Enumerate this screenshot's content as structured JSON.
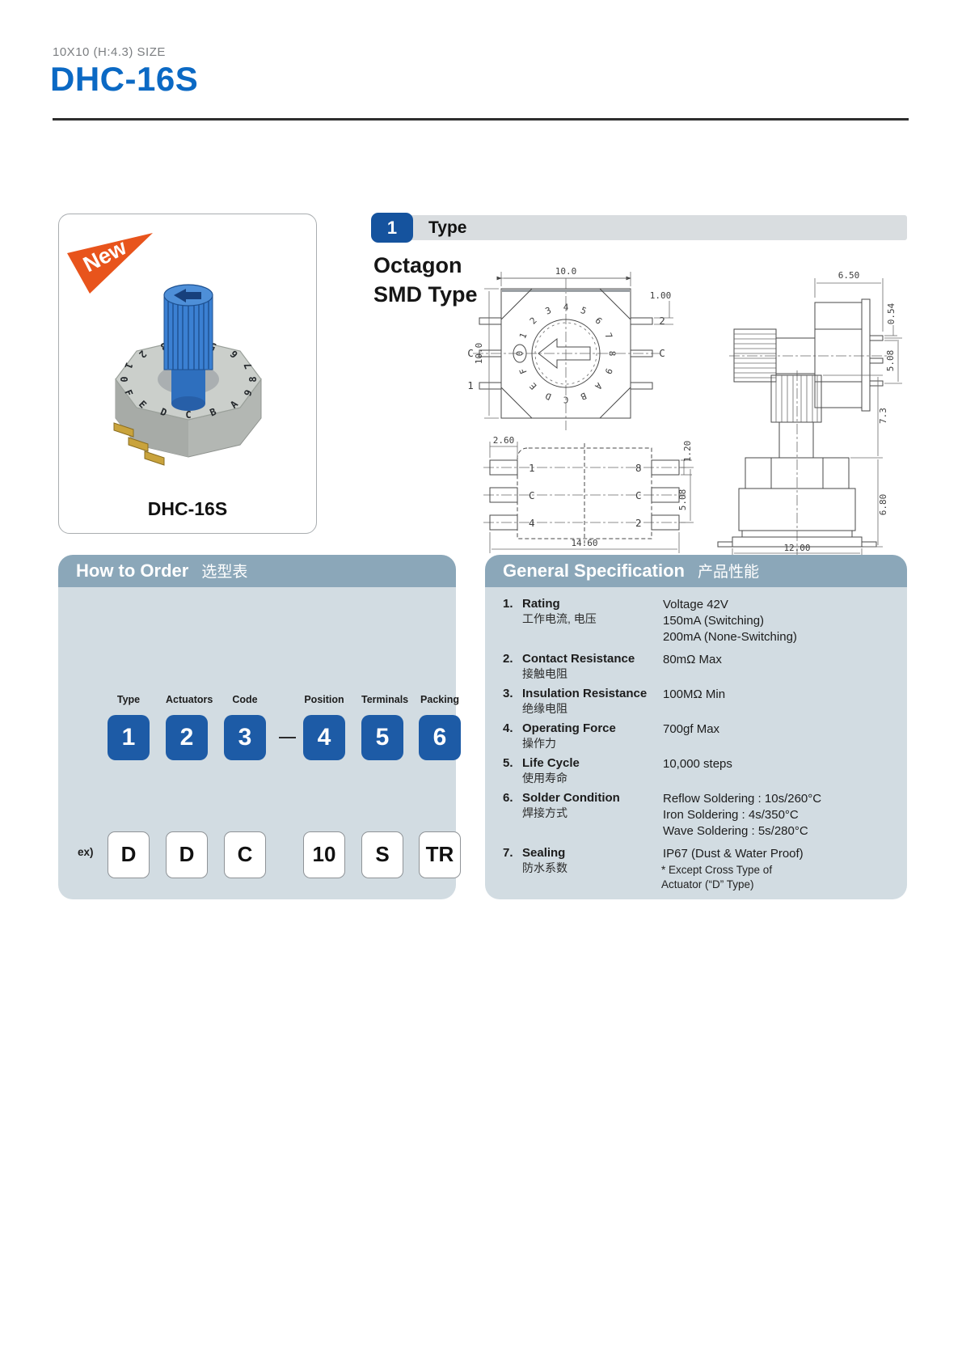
{
  "page": {
    "size_label": "10X10 (H:4.3) SIZE",
    "title": "DHC-16S"
  },
  "colors": {
    "title_blue": "#0b69c4",
    "order_box_blue": "#1d5ba6",
    "type_num_blue": "#15539e",
    "panel_header_blue_gray": "#8ba7b9",
    "panel_body_gray": "#d2dce2",
    "badge_orange": "#e8541c",
    "section_bar_gray": "#d9dde0"
  },
  "dial_characters": [
    "0",
    "1",
    "2",
    "3",
    "4",
    "5",
    "6",
    "7",
    "8",
    "9",
    "A",
    "B",
    "C",
    "D",
    "E",
    "F"
  ],
  "product_card": {
    "new_badge": "New",
    "caption": "DHC-16S"
  },
  "type_section": {
    "number": "1",
    "title": "Type",
    "subtitle": "Octagon\nSMD Type",
    "top_view": {
      "dim_width": "10.0",
      "dim_height": "10.0",
      "dim_pin": "1.00",
      "pin_left_mid": "C",
      "pin_left_bot": "1",
      "pin_right_top": "2",
      "pin_right_mid": "C"
    },
    "side_view": {
      "dim_width": "6.50",
      "dim_pin": "0.54",
      "dim_pitch": "5.08"
    },
    "land_pattern": {
      "dim_pad_w": "2.60",
      "dim_pad_h": "1.20",
      "dim_pitch": "5.08",
      "dim_total_w": "14.60",
      "left_pads": [
        "1",
        "C",
        "4"
      ],
      "right_pads": [
        "8",
        "C",
        "2"
      ]
    },
    "front_view": {
      "dim_knob_h": "7.3",
      "dim_body_h": "6.80",
      "dim_width": "12.00"
    }
  },
  "how_to_order": {
    "title_en": "How to Order",
    "title_zh": "选型表",
    "ex_label": "ex)",
    "dash": "",
    "fields": [
      {
        "label": "Type",
        "number": "1",
        "example": "D"
      },
      {
        "label": "Actuators",
        "number": "2",
        "example": "D"
      },
      {
        "label": "Code",
        "number": "3",
        "example": "C"
      },
      {
        "label": "Position",
        "number": "4",
        "example": "10"
      },
      {
        "label": "Terminals",
        "number": "5",
        "example": "S"
      },
      {
        "label": "Packing",
        "number": "6",
        "example": "TR"
      }
    ]
  },
  "general_specification": {
    "title_en": "General Specification",
    "title_zh": "产品性能",
    "items": [
      {
        "num": "1.",
        "name": "Rating",
        "zh": "工作电流, 电压",
        "value": [
          "Voltage 42V",
          "150mA (Switching)",
          "200mA (None-Switching)"
        ]
      },
      {
        "num": "2.",
        "name": "Contact Resistance",
        "zh": "接触电阻",
        "value": [
          "80mΩ  Max"
        ]
      },
      {
        "num": "3.",
        "name": "Insulation Resistance",
        "zh": "绝缘电阻",
        "value": [
          "100MΩ  Min"
        ]
      },
      {
        "num": "4.",
        "name": "Operating Force",
        "zh": "操作力",
        "value": [
          "700gf  Max"
        ]
      },
      {
        "num": "5.",
        "name": "Life Cycle",
        "zh": "使用寿命",
        "value": [
          "10,000 steps"
        ]
      },
      {
        "num": "6.",
        "name": "Solder Condition",
        "zh": "焊接方式",
        "value": [
          "Reflow Soldering : 10s/260°C",
          "Iron Soldering : 4s/350°C",
          "Wave Soldering : 5s/280°C"
        ]
      },
      {
        "num": "7.",
        "name": "Sealing",
        "zh": "防水系数",
        "value": [
          "IP67 (Dust & Water Proof)"
        ],
        "note": [
          "* Except Cross Type of",
          "   Actuator (“D” Type)"
        ]
      }
    ]
  }
}
